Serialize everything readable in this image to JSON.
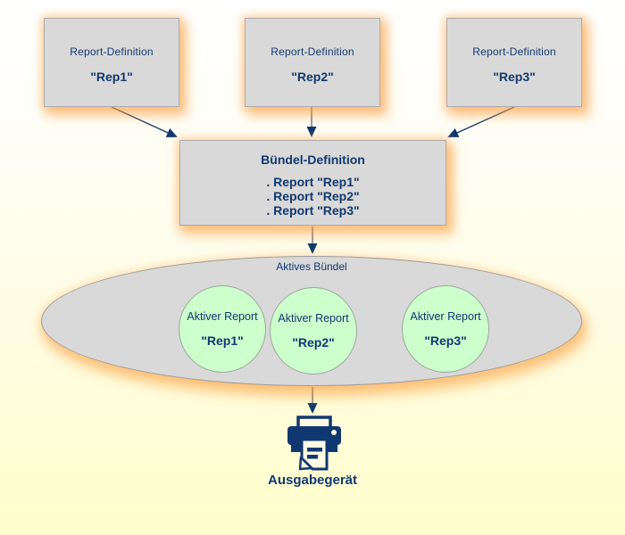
{
  "report_definitions": [
    {
      "title": "Report-Definition",
      "name": "\"Rep1\""
    },
    {
      "title": "Report-Definition",
      "name": "\"Rep2\""
    },
    {
      "title": "Report-Definition",
      "name": "\"Rep3\""
    }
  ],
  "bundle_definition": {
    "title": "Bündel-Definition",
    "items": [
      ". Report \"Rep1\"",
      ". Report \"Rep2\"",
      ". Report \"Rep3\""
    ]
  },
  "active_bundle": {
    "label": "Aktives Bündel",
    "reports": [
      {
        "title": "Aktiver Report",
        "name": "\"Rep1\""
      },
      {
        "title": "Aktiver Report",
        "name": "\"Rep2\""
      },
      {
        "title": "Aktiver Report",
        "name": "\"Rep3\""
      }
    ]
  },
  "output_device": {
    "label": "Ausgabegerät",
    "icon": "printer-icon"
  },
  "colors": {
    "navy": "#103870",
    "box_gray": "#d9d9d9",
    "circle_green": "#ccffcc",
    "glow_orange": "#ffa64d",
    "connector_gray": "#999999",
    "background_top": "#ffffff",
    "background_bottom": "#ffffcc"
  }
}
